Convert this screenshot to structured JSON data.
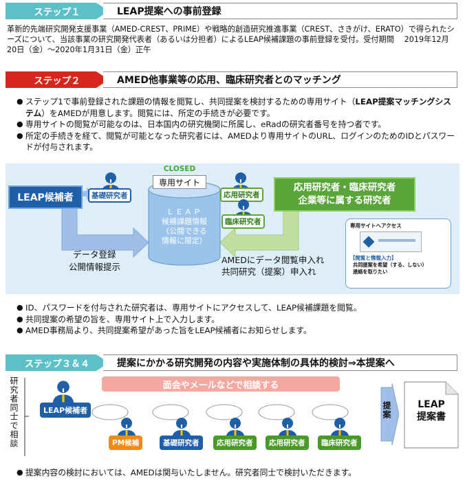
{
  "step1": {
    "tag": "ステップ１",
    "title": "LEAP提案への事前登録",
    "body": "革新的先端研究開発支援事業（AMED-CREST、PRIME）や戦略的創造研究推進事業（CREST、さきがけ、ERATO）で得られたシーズについて、当該事業の研究開発代表者（あるいは分担者）によるLEAP候補課題の事前登録を受付。受付期間　 2019年12月20日（金）～2020年1月31日（金）正午"
  },
  "step2": {
    "tag": "ステップ２",
    "title": "AMED他事業等の応用、臨床研究者とのマッチング",
    "bullets": [
      {
        "pre": "ステップ1で事前登録された課題の情報を閲覧し、共同提案を検討するための専用サイト（",
        "bold": "LEAP提案マッチングシステム",
        "post": "）をAMEDが用意します。閲覧には、所定の手続きが必要です。"
      },
      {
        "pre": "専用サイトの閲覧が可能なのは、日本国内の研究機関に所属し、eRadの研究者番号を持つ者です。",
        "bold": "",
        "post": ""
      },
      {
        "pre": "所定の手続きを経て、閲覧が可能となった研究者には、AMEDより専用サイトのURL、ログインのためのIDとパスワードが付与されます。",
        "bold": "",
        "post": ""
      }
    ],
    "diagram": {
      "leap_candidate": "LEAP候補者",
      "basic_researcher": "基礎研究者",
      "closed": "CLOSED",
      "site": "専用サイト",
      "cylinder_line1": "ＬＥＡＰ",
      "cylinder_line2": "候補課題情報",
      "cylinder_line3": "（公開できる",
      "cylinder_line4": "情報に限定）",
      "applied_researcher": "応用研究者",
      "clinical_researcher": "臨床研究者",
      "green_box_line1": "応用研究者・臨床研究者",
      "green_box_line2": "企業等に属する研究者",
      "left_caption_1": "データ登録",
      "left_caption_2": "公開情報提示",
      "right_caption_1": "AMEDにデータ閲覧申入れ",
      "right_caption_2": "共同研究（提案）申入れ",
      "mini_title": "専用サイトへアクセス",
      "mini_heading": "【閲覧と情報入力】",
      "mini_line1": "共同提案を希望（する、しない）",
      "mini_line2": "連絡を取りたい"
    },
    "bullets_after": [
      "ID、パスワードを付与された研究者は、専用サイトにアクセスして、LEAP候補課題を閲覧。",
      "共同提案の希望の旨を、専用サイト上で入力します。",
      "AMED事務局より、共同提案希望があった旨をLEAP候補者にお知らせします。"
    ]
  },
  "step34": {
    "tag": "ステップ３＆４",
    "title": "提案にかかる研究開発の内容や実施体制の具体的検討⇒本提案へ",
    "side_label": "研究者同士で相談",
    "banner": "面会やメールなどで相談する",
    "leap_candidate": "LEAP候補者",
    "people": [
      "PM候補",
      "基礎研究者",
      "応用研究者",
      "応用研究者",
      "臨床研究者"
    ],
    "arrow_label": "提案",
    "doc_line1": "LEAP",
    "doc_line2": "提案書",
    "footer": "提案内容の検討においては、AMEDは関与いたしません。研究者同士で検討いただきます。"
  },
  "colors": {
    "step1_tag": "#5bc0c8",
    "step2_tag": "#d7261d",
    "step34_tag": "#5bc0c8",
    "blue": "#1f5fa8",
    "green": "#5aa53a",
    "diagram_bg": "#deeef8"
  }
}
